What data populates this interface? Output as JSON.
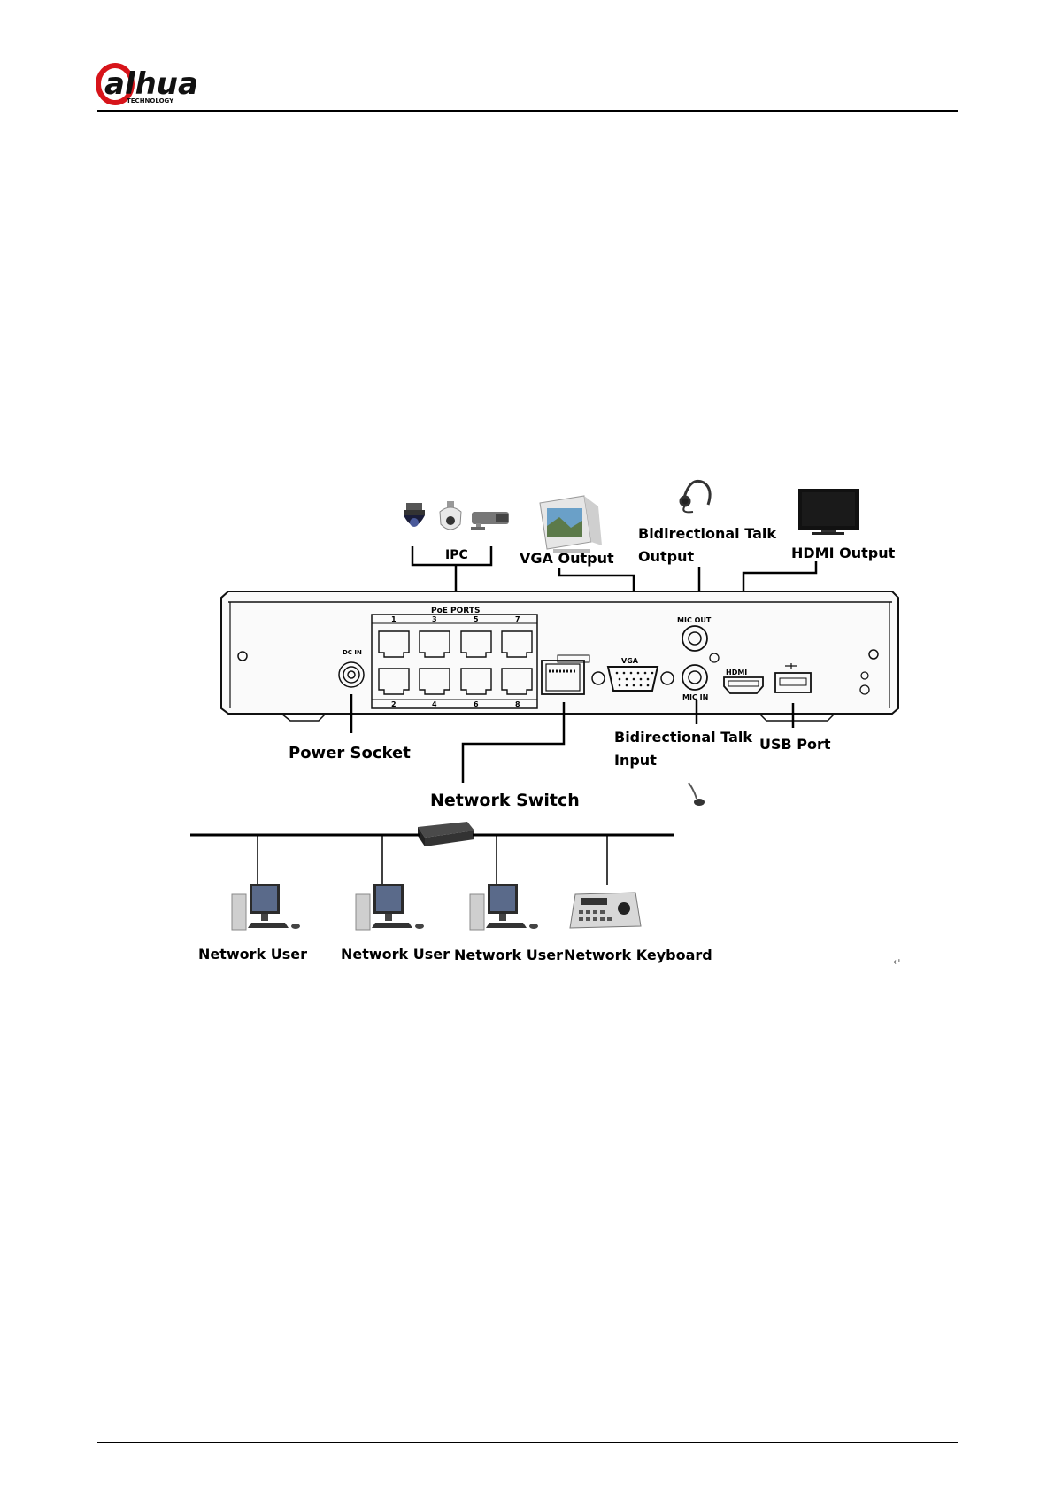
{
  "header": {
    "logo_brand": "alhua",
    "logo_sub": "TECHNOLOGY"
  },
  "diagram": {
    "labels": {
      "ipc": "IPC",
      "vga_output": "VGA Output",
      "talk_output_line1": "Bidirectional Talk",
      "talk_output_line2": "Output",
      "hdmi_output": "HDMI Output",
      "power_socket": "Power Socket",
      "talk_input_line1": "Bidirectional Talk",
      "talk_input_line2": "Input",
      "usb_port": "USB Port",
      "network_switch": "Network Switch",
      "network_user_1": "Network User",
      "network_user_2": "Network User",
      "network_user_3": "Network User",
      "network_keyboard": "Network Keyboard"
    },
    "panel_text": {
      "poe_ports": "PoE PORTS",
      "top_numbers": [
        "1",
        "3",
        "5",
        "7"
      ],
      "bottom_numbers": [
        "2",
        "4",
        "6",
        "8"
      ],
      "dc_in": "DC IN",
      "vga": "VGA",
      "mic_out": "MIC OUT",
      "mic_in": "MIC IN",
      "hdmi": "HDMI"
    },
    "icons": [
      "dome-camera-icon",
      "speed-dome-camera-icon",
      "bullet-camera-icon",
      "crt-monitor-icon",
      "headset-icon",
      "tv-icon",
      "microphone-icon",
      "network-switch-icon",
      "desktop-pc-icon",
      "ptz-keyboard-icon"
    ],
    "return_mark": "↵"
  }
}
